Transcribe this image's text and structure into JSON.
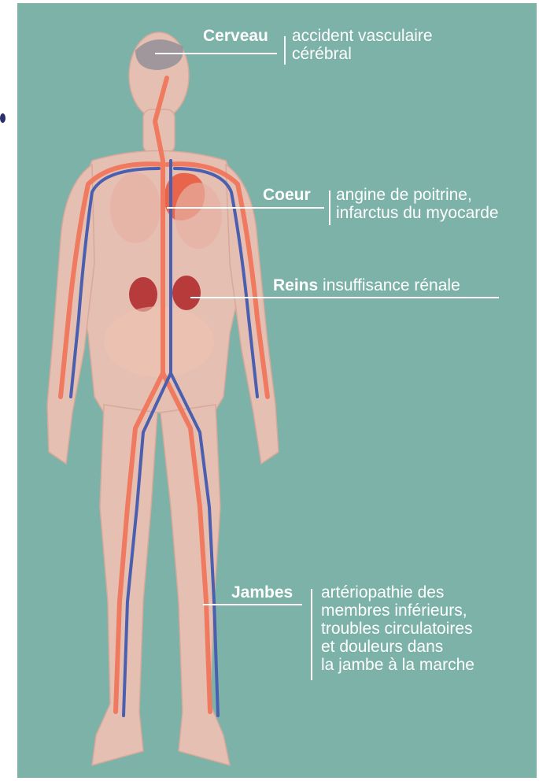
{
  "labels": {
    "brain": {
      "organ": "Cerveau",
      "desc": [
        "accident vasculaire",
        "cérébral"
      ]
    },
    "heart": {
      "organ": "Coeur",
      "desc": [
        "angine de poitrine,",
        "infarctus du myocarde"
      ]
    },
    "kidneys": {
      "organ": "Reins",
      "desc": [
        "insuffisance rénale"
      ]
    },
    "legs": {
      "organ": "Jambes",
      "desc": [
        "artériopathie des",
        "membres inférieurs,",
        "troubles circulatoires",
        "et douleurs dans",
        "la jambe à la marche"
      ]
    }
  },
  "colors": {
    "background": "#7cb2a8",
    "skin": "#e7c3b7",
    "artery": "#f07a60",
    "vein": "#4a5fb0",
    "text": "#ffffff"
  },
  "icons": [
    "human-body-illustration",
    "heart-icon",
    "kidney-icon",
    "brain-icon"
  ]
}
